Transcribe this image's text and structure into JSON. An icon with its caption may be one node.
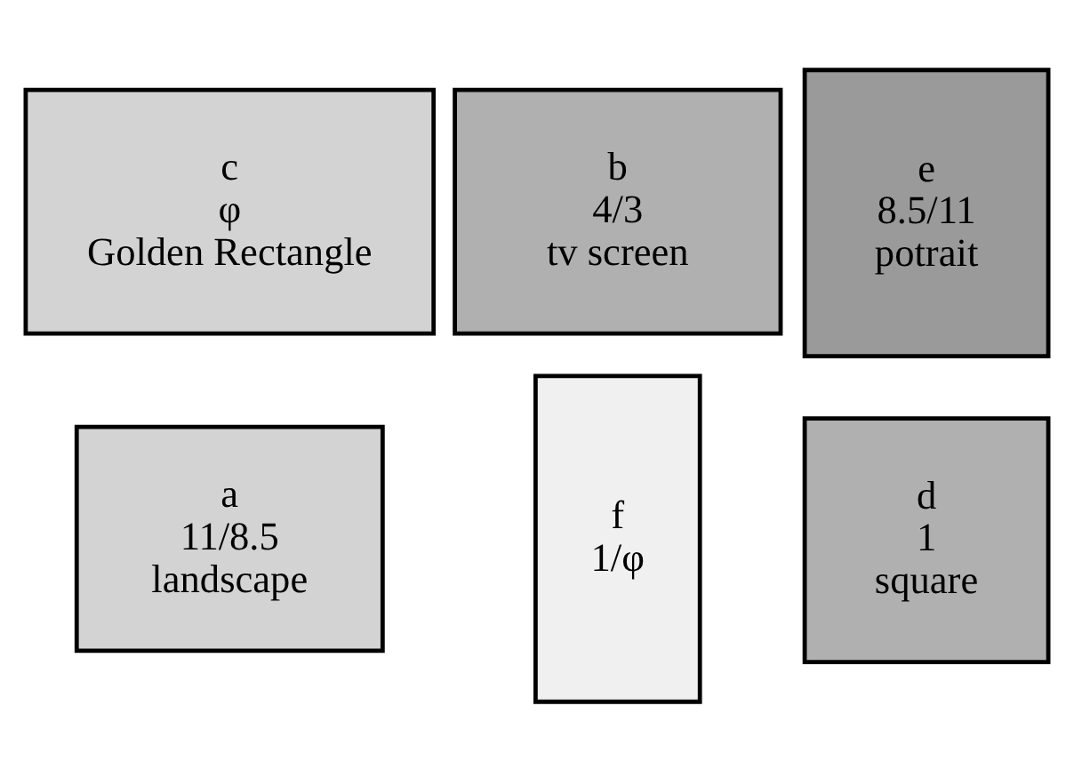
{
  "diagram": {
    "nodes": [
      {
        "text": [
          "a",
          "11/8.5",
          "landscape"
        ]
      },
      {
        "text": [
          "b",
          "4/3",
          "tv screen"
        ]
      },
      {
        "text": [
          "c",
          "φ",
          "Golden Rectangle"
        ]
      },
      {
        "text": [
          "d",
          "1",
          "square"
        ]
      },
      {
        "text": [
          "e",
          "8.5/11",
          "potrait"
        ]
      },
      {
        "text": [
          "f",
          "1/φ"
        ]
      }
    ],
    "edges": []
  }
}
